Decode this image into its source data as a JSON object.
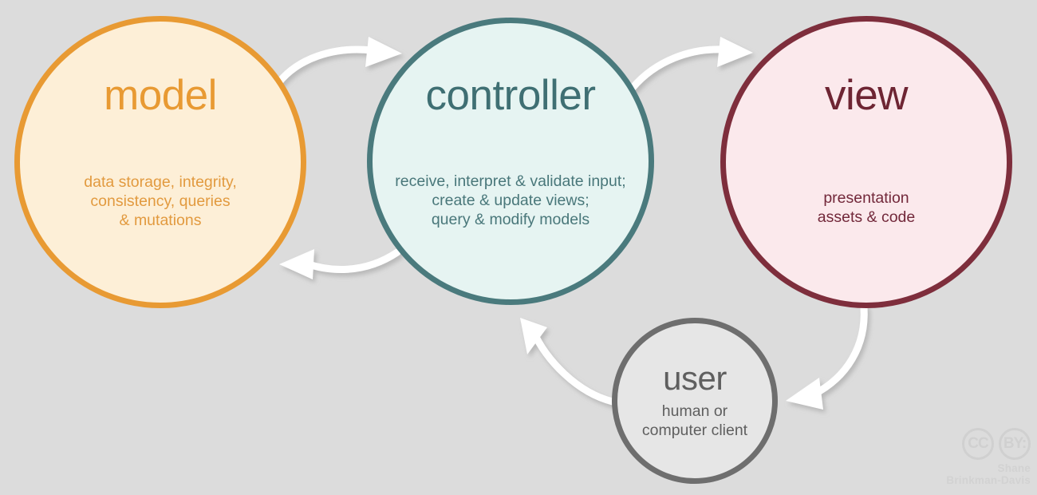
{
  "diagram": {
    "title": "MVC architecture diagram",
    "background_color": "#dcdcdc",
    "nodes": [
      {
        "id": "model",
        "title": "model",
        "description": "data storage, integrity,\nconsistency, queries\n& mutations",
        "description_lines": [
          "data storage, integrity,",
          "consistency, queries",
          "& mutations"
        ],
        "fill_color": "#fdefd7",
        "border_color": "#e89a33",
        "text_color": "#e89a33"
      },
      {
        "id": "controller",
        "title": "controller",
        "description": "receive, interpret & validate input;\ncreate & update views;\nquery & modify models",
        "description_lines": [
          "receive, interpret & validate input;",
          "create & update views;",
          "query & modify models"
        ],
        "fill_color": "#e6f4f2",
        "border_color": "#4a7a7d",
        "text_color": "#3f6f73"
      },
      {
        "id": "view",
        "title": "view",
        "description": "presentation\nassets & code",
        "description_lines": [
          "presentation",
          "assets & code"
        ],
        "fill_color": "#fbe9ec",
        "border_color": "#7e2e3c",
        "text_color": "#6e2533"
      },
      {
        "id": "user",
        "title": "user",
        "description": "human or\ncomputer client",
        "description_lines": [
          "human or",
          "computer client"
        ],
        "fill_color": "#e6e6e6",
        "border_color": "#6e6e6e",
        "text_color": "#5f5f5f"
      }
    ],
    "arrows": [
      {
        "id": "model-to-controller",
        "from": "model",
        "to": "controller",
        "color": "#ffffff"
      },
      {
        "id": "controller-to-model",
        "from": "controller",
        "to": "model",
        "color": "#ffffff"
      },
      {
        "id": "controller-to-view",
        "from": "controller",
        "to": "view",
        "color": "#ffffff"
      },
      {
        "id": "view-to-user",
        "from": "view",
        "to": "user",
        "color": "#ffffff"
      },
      {
        "id": "user-to-controller",
        "from": "user",
        "to": "controller",
        "color": "#ffffff"
      }
    ]
  },
  "attribution": {
    "badge_cc": "CC",
    "badge_by": "BY:",
    "name_line1": "Shane",
    "name_line2": "Brinkman-Davis",
    "color": "#d0d0d0"
  }
}
